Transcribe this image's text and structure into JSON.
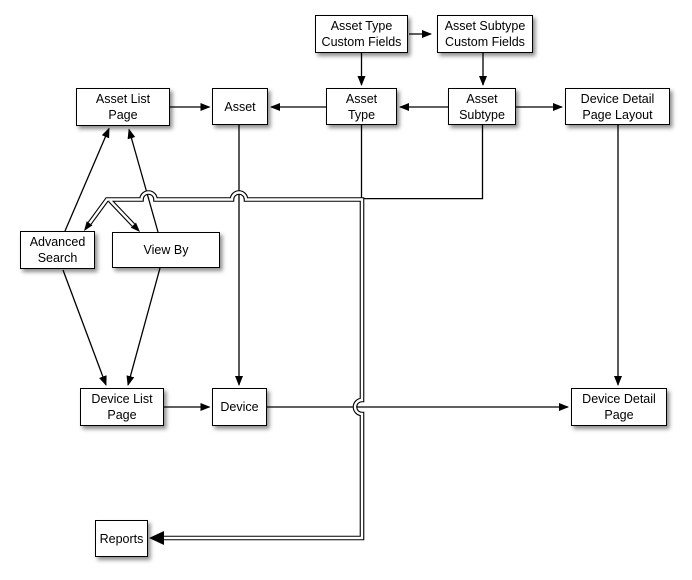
{
  "diagram": {
    "title": "Asset and Device pages relationship diagram",
    "background_color": "#ffffff",
    "line_color": "#000000",
    "node_fill": "#ffffff",
    "node_border": "#000000",
    "nodes": [
      {
        "id": "asset-type-custom-fields",
        "label": "Asset Type\nCustom Fields"
      },
      {
        "id": "asset-subtype-custom-fields",
        "label": "Asset Subtype\nCustom Fields"
      },
      {
        "id": "asset-list-page",
        "label": "Asset List\nPage"
      },
      {
        "id": "asset",
        "label": "Asset"
      },
      {
        "id": "asset-type",
        "label": "Asset\nType"
      },
      {
        "id": "asset-subtype",
        "label": "Asset\nSubtype"
      },
      {
        "id": "device-detail-page-layout",
        "label": "Device Detail\nPage Layout"
      },
      {
        "id": "advanced-search",
        "label": "Advanced\nSearch"
      },
      {
        "id": "view-by",
        "label": "View By"
      },
      {
        "id": "device-list-page",
        "label": "Device List\nPage"
      },
      {
        "id": "device",
        "label": "Device"
      },
      {
        "id": "device-detail-page",
        "label": "Device Detail\nPage"
      },
      {
        "id": "reports",
        "label": "Reports"
      }
    ],
    "edges": [
      {
        "from": "asset-type-custom-fields",
        "to": "asset-subtype-custom-fields",
        "arrow": "to",
        "style": "single"
      },
      {
        "from": "asset-type-custom-fields",
        "to": "asset-type",
        "arrow": "to",
        "style": "single"
      },
      {
        "from": "asset-subtype-custom-fields",
        "to": "asset-subtype",
        "arrow": "to",
        "style": "single"
      },
      {
        "from": "asset-list-page",
        "to": "asset",
        "arrow": "to",
        "style": "single"
      },
      {
        "from": "asset-type",
        "to": "asset",
        "arrow": "to",
        "style": "single"
      },
      {
        "from": "asset-subtype",
        "to": "asset-type",
        "arrow": "to",
        "style": "single"
      },
      {
        "from": "asset-subtype",
        "to": "device-detail-page-layout",
        "arrow": "to",
        "style": "single"
      },
      {
        "from": "device-detail-page-layout",
        "to": "device-detail-page",
        "arrow": "to",
        "style": "single"
      },
      {
        "from": "asset",
        "to": "device",
        "arrow": "to",
        "style": "single"
      },
      {
        "from": "advanced-search",
        "to": "asset-list-page",
        "arrow": "to",
        "style": "single"
      },
      {
        "from": "view-by",
        "to": "asset-list-page",
        "arrow": "to",
        "style": "single"
      },
      {
        "from": "advanced-search",
        "to": "device-list-page",
        "arrow": "to",
        "style": "single"
      },
      {
        "from": "view-by",
        "to": "device-list-page",
        "arrow": "to",
        "style": "single"
      },
      {
        "from": "device-list-page",
        "to": "device",
        "arrow": "to",
        "style": "single"
      },
      {
        "from": "device",
        "to": "device-detail-page",
        "arrow": "to",
        "style": "single"
      },
      {
        "from": [
          "asset-type",
          "asset-subtype"
        ],
        "to": [
          "advanced-search",
          "view-by",
          "reports"
        ],
        "arrow": "to-each-destination",
        "style": "double-outline-bus",
        "crossing_style": "hop-arc-bridges-over-crossed-lines"
      }
    ]
  }
}
